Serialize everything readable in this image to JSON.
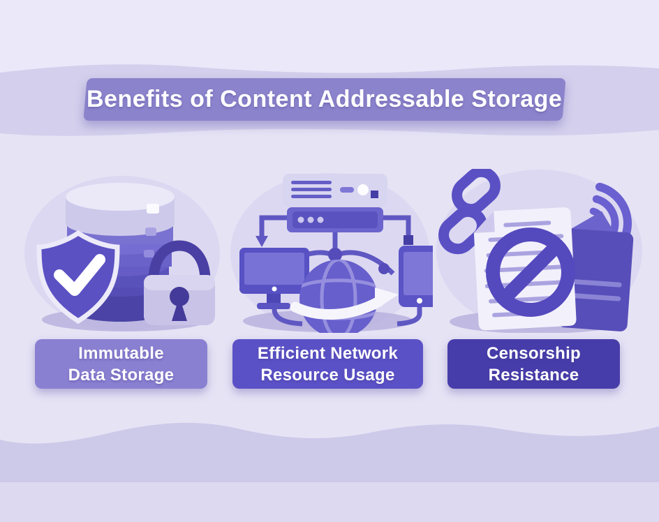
{
  "header": {
    "title": "Benefits of Content Addressable Storage"
  },
  "benefits": [
    {
      "id": "immutable-data-storage",
      "label_line1": "Immutable",
      "label_line2": "Data Storage",
      "icon": "database-shield-lock-icon",
      "box_color": "#8a80d2"
    },
    {
      "id": "efficient-network-resource-usage",
      "label_line1": "Efficient Network",
      "label_line2": "Resource Usage",
      "icon": "server-devices-globe-icon",
      "box_color": "#5b51c7"
    },
    {
      "id": "censorship-resistance",
      "label_line1": "Censorship",
      "label_line2": "Resistance",
      "icon": "broken-chain-blocked-document-icon",
      "box_color": "#473daa"
    }
  ],
  "colors": {
    "banner_bg": "#8b83cb",
    "bg_top": "#eae8f9",
    "band_title": "#d3cfec",
    "bg_main": "#e6e3f5",
    "band_bottom": "#cdc9e9",
    "bg_footer": "#dcd9f0",
    "text": "#ffffff"
  }
}
